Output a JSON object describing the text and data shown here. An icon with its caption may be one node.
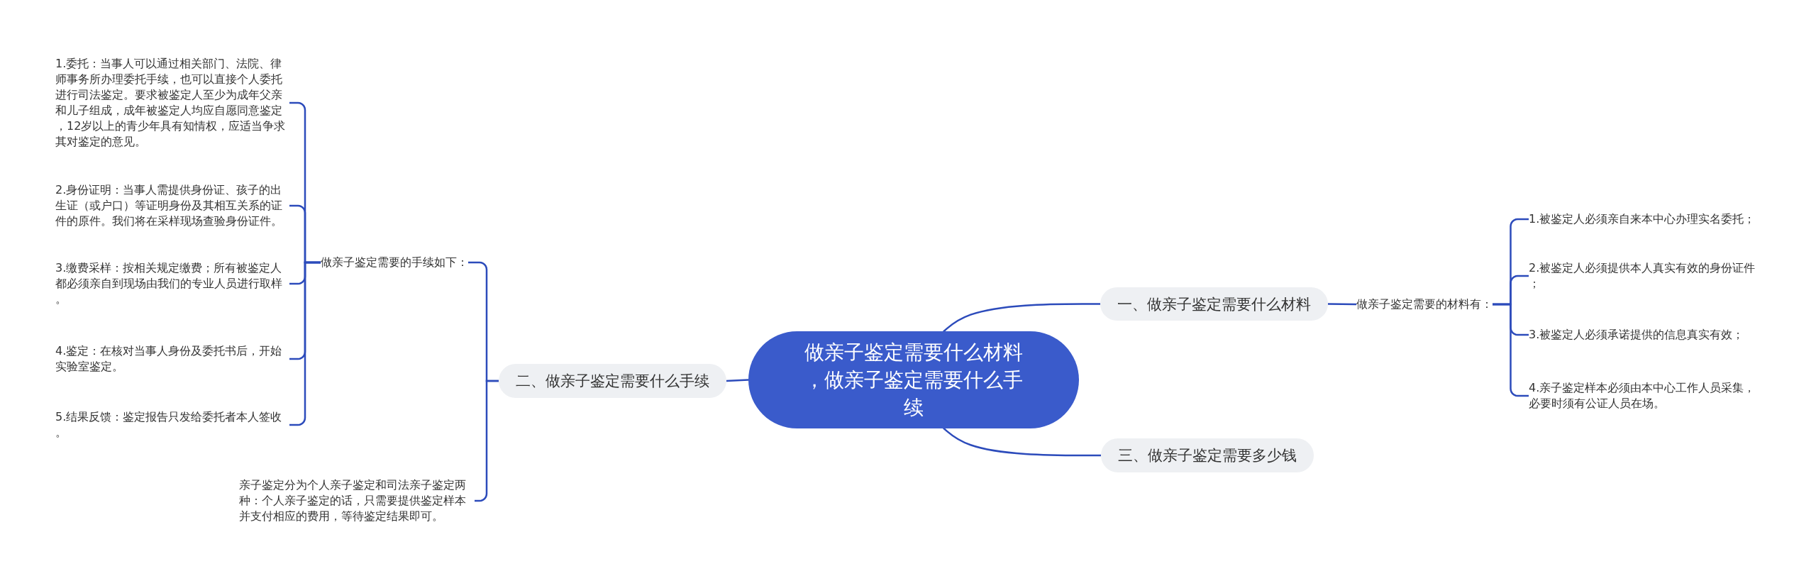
{
  "diagram": {
    "nodes": [
      {
        "text": [
          "做亲子鉴定需要什么材料，做亲子鉴定需要什么手续"
        ]
      },
      {
        "text": [
          "一、做亲子鉴定需要什么材料"
        ]
      },
      {
        "text": [
          "做亲子鉴定需要的材料有："
        ]
      },
      {
        "text": [
          "1.被鉴定人必须亲自来本中心办理实名委托；"
        ]
      },
      {
        "text": [
          "2.被鉴定人必须提供本人真实有效的身份证件；"
        ]
      },
      {
        "text": [
          "3.被鉴定人必须承诺提供的信息真实有效；"
        ]
      },
      {
        "text": [
          "4.亲子鉴定样本必须由本中心工作人员采集，必要时须有公证人员在场。"
        ]
      },
      {
        "text": [
          "二、做亲子鉴定需要什么手续"
        ]
      },
      {
        "text": [
          "做亲子鉴定需要的手续如下："
        ]
      },
      {
        "text": [
          "1.委托：当事人可以通过相关部门、法院、律师事务所办理委托手续，也可以直接个人委托进行司法鉴定。要求被鉴定人至少为成年父亲和儿子组成，成年被鉴定人均应自愿同意鉴定，12岁以上的青少年具有知情权，应适当争求其对鉴定的意见。"
        ]
      },
      {
        "text": [
          "2.身份证明：当事人需提供身份证、孩子的出生证（或户口）等证明身份及其相互关系的证件的原件。我们将在采样现场查验身份证件。"
        ]
      },
      {
        "text": [
          "3.缴费采样：按相关规定缴费；所有被鉴定人都必须亲自到现场由我们的专业人员进行取样。"
        ]
      },
      {
        "text": [
          "4.鉴定：在核对当事人身份及委托书后，开始实验室鉴定。"
        ]
      },
      {
        "text": [
          "5.结果反馈：鉴定报告只发给委托者本人签收。"
        ]
      },
      {
        "text": [
          "亲子鉴定分为个人亲子鉴定和司法亲子鉴定两种：个人亲子鉴定的话，只需要提供鉴定样本并支付相应的费用，等待鉴定结果即可。"
        ]
      },
      {
        "text": [
          "三、做亲子鉴定需要多少钱"
        ]
      }
    ],
    "edges": [
      {
        "from": 0,
        "to": 1,
        "arrow": "none"
      },
      {
        "from": 1,
        "to": 2,
        "arrow": "none"
      },
      {
        "from": 2,
        "to": 3,
        "arrow": "none"
      },
      {
        "from": 2,
        "to": 4,
        "arrow": "none"
      },
      {
        "from": 2,
        "to": 5,
        "arrow": "none"
      },
      {
        "from": 2,
        "to": 6,
        "arrow": "none"
      },
      {
        "from": 0,
        "to": 7,
        "arrow": "none"
      },
      {
        "from": 7,
        "to": 8,
        "arrow": "none"
      },
      {
        "from": 8,
        "to": 9,
        "arrow": "none"
      },
      {
        "from": 8,
        "to": 10,
        "arrow": "none"
      },
      {
        "from": 8,
        "to": 11,
        "arrow": "none"
      },
      {
        "from": 8,
        "to": 12,
        "arrow": "none"
      },
      {
        "from": 8,
        "to": 13,
        "arrow": "none"
      },
      {
        "from": 7,
        "to": 14,
        "arrow": "none"
      },
      {
        "from": 0,
        "to": 15,
        "arrow": "none"
      }
    ]
  }
}
